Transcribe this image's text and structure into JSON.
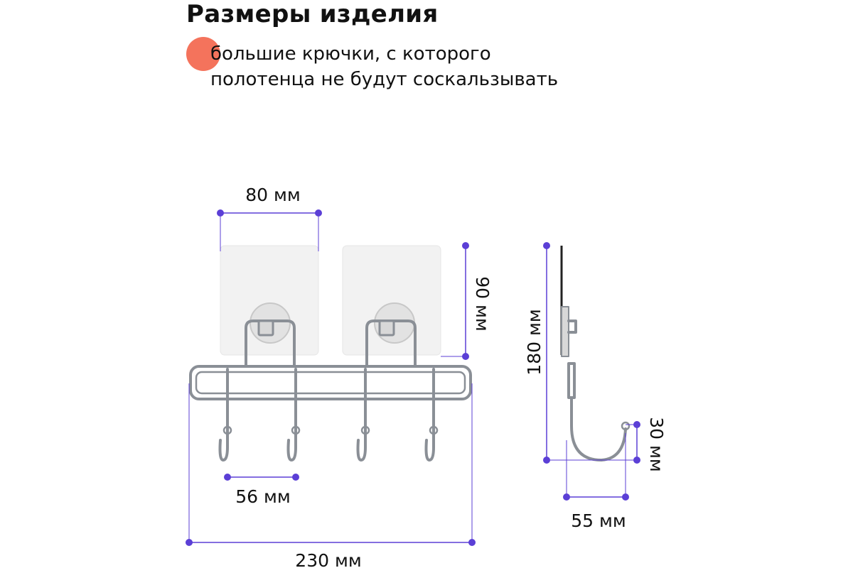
{
  "heading": "Размеры изделия",
  "bullet": {
    "line1": "большие крючки, с которого",
    "line2": "полотенца не будут соскальзывать"
  },
  "dimensions": {
    "plate_width": "80 мм",
    "plate_height": "90 мм",
    "hook_spacing": "56 мм",
    "total_width": "230 мм",
    "total_height": "180 мм",
    "hook_depth": "30 мм",
    "hook_reach": "55 мм"
  },
  "colors": {
    "accent": "#f4735c",
    "dimension": "#5b3fd6",
    "metal": "#8a8f96",
    "plate": "#f2f2f2"
  }
}
